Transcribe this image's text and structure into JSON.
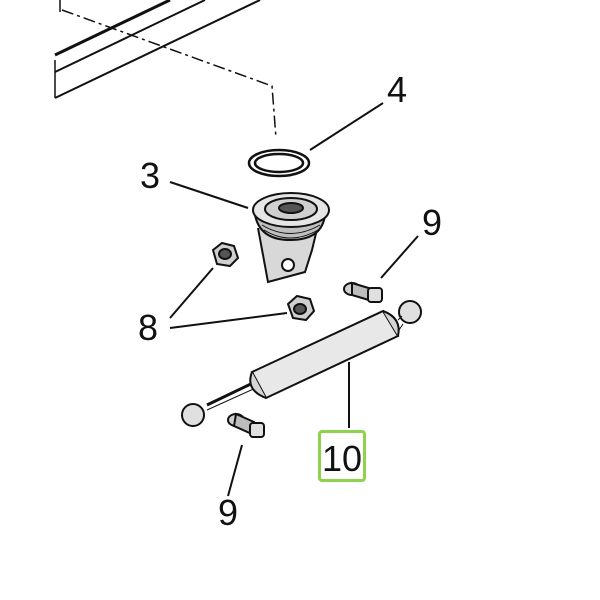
{
  "callouts": {
    "part_4": "4",
    "part_3": "3",
    "part_9_top": "9",
    "part_8": "8",
    "part_9_bottom": "9",
    "part_10": "10"
  },
  "colors": {
    "line": "#111111",
    "highlight_box": "#8ed24e"
  },
  "highlighted_part": "10"
}
